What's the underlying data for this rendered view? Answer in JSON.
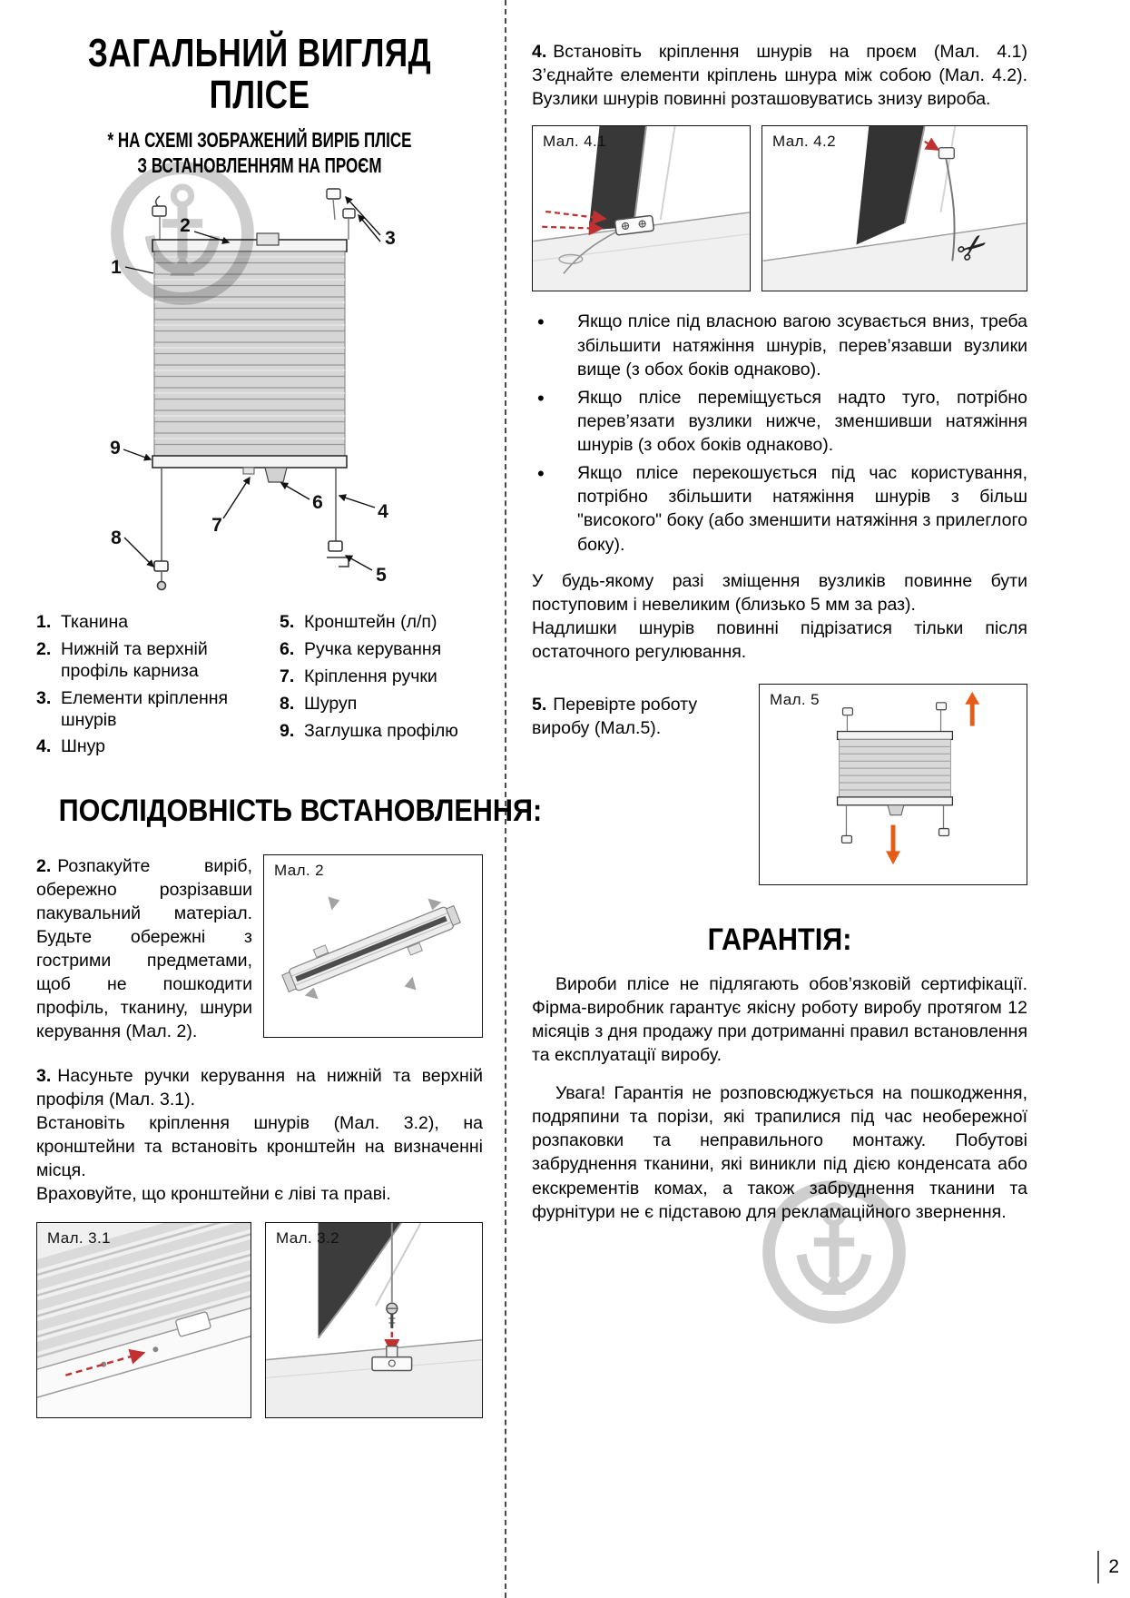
{
  "page": {
    "number": "2"
  },
  "left": {
    "title_line1": "ЗАГАЛЬНИЙ ВИГЛЯД",
    "title_line2": "ПЛІСЕ",
    "subtitle_line1": "* НА СХЕМІ ЗОБРАЖЕНИЙ ВИРІБ ПЛІСЕ",
    "subtitle_line2": "З ВСТАНОВЛЕННЯМ НА ПРОЄМ",
    "diagram_callouts": [
      "1",
      "2",
      "3",
      "4",
      "5",
      "6",
      "7",
      "8",
      "9"
    ],
    "legend": {
      "col1": [
        {
          "num": "1.",
          "text": "Тканина"
        },
        {
          "num": "2.",
          "text": "Нижній та верхній профіль карниза"
        },
        {
          "num": "3.",
          "text": "Елементи кріплення шнурів"
        },
        {
          "num": "4.",
          "text": "Шнур"
        }
      ],
      "col2": [
        {
          "num": "5.",
          "text": "Кронштейн (л/п)"
        },
        {
          "num": "6.",
          "text": "Ручка керування"
        },
        {
          "num": "7.",
          "text": "Кріплення ручки"
        },
        {
          "num": "8.",
          "text": "Шуруп"
        },
        {
          "num": "9.",
          "text": "Заглушка профілю"
        }
      ]
    },
    "sequence_title": "ПОСЛІДОВНІСТЬ ВСТАНОВЛЕННЯ:",
    "step2": {
      "num": "2.",
      "text": "Розпакуйте виріб, обережно розрізавши пакувальний матеріал. Будьте обережні з гострими предметами, щоб не пошкодити профіль, тканину, шнури керування (Мал. 2)."
    },
    "fig2_label": "Мал. 2",
    "step3": {
      "num": "3.",
      "text1": "Насуньте ручки керування на нижній та верхній профіля (Мал. 3.1).",
      "text2": "Встановіть кріплення шнурів (Мал. 3.2), на кронштейни та встановіть кронштейн на визначенні місця.",
      "text3": "Враховуйте, що кронштейни є ліві та праві."
    },
    "fig31_label": "Мал. 3.1",
    "fig32_label": "Мал. 3.2"
  },
  "right": {
    "step4": {
      "num": "4.",
      "text": "Встановіть кріплення шнурів на проєм (Мал. 4.1) З’єднайте елементи кріплень шнура між собою (Мал. 4.2). Вузлики шнурів повинні розташовуватись знизу вироба."
    },
    "fig41_label": "Мал. 4.1",
    "fig42_label": "Мал. 4.2",
    "bullets": [
      "Якщо плісе під власною вагою зсувається вниз, треба збільшити натяжіння шнурів, перев’язавши вузлики вище (з обох боків однаково).",
      "Якщо плісе переміщується надто туго, потрібно перев’язати вузлики нижче, зменшивши натяжіння шнурів (з обох боків однаково).",
      "Якщо плісе перекошується під час користування, потрібно збільшити натяжіння шнурів з більш \"високого\" боку (або зменшити натяжіння з прилеглого боку)."
    ],
    "note1": "У будь-якому разі зміщення вузликів повинне бути поступовим і невеликим (близько 5 мм за раз).",
    "note2": "Надлишки шнурів повинні підрізатися тільки після остаточного регулювання.",
    "step5": {
      "num": "5.",
      "text": "Перевірте роботу виробу (Мал.5)."
    },
    "fig5_label": "Мал. 5",
    "warranty_title": "ГАРАНТІЯ:",
    "warranty_p1": "Вироби плісе не підлягають обов’язковій сертифікації. Фірма-виробник гарантує якісну роботу виробу протягом 12 місяців з дня продажу при дотриманні правил встановлення та експлуатації виробу.",
    "warranty_p2": "Увага! Гарантія не розповсюджується на пошкодження, подряпини та порізи, які трапилися під час необережної розпаковки та неправильного монтажу. Побутові забруднення тканини, які виникли під дією конденсата або екскрементів комах, а також забруднення тканини та фурнітури не є підставою для рекламаційного звернення."
  }
}
